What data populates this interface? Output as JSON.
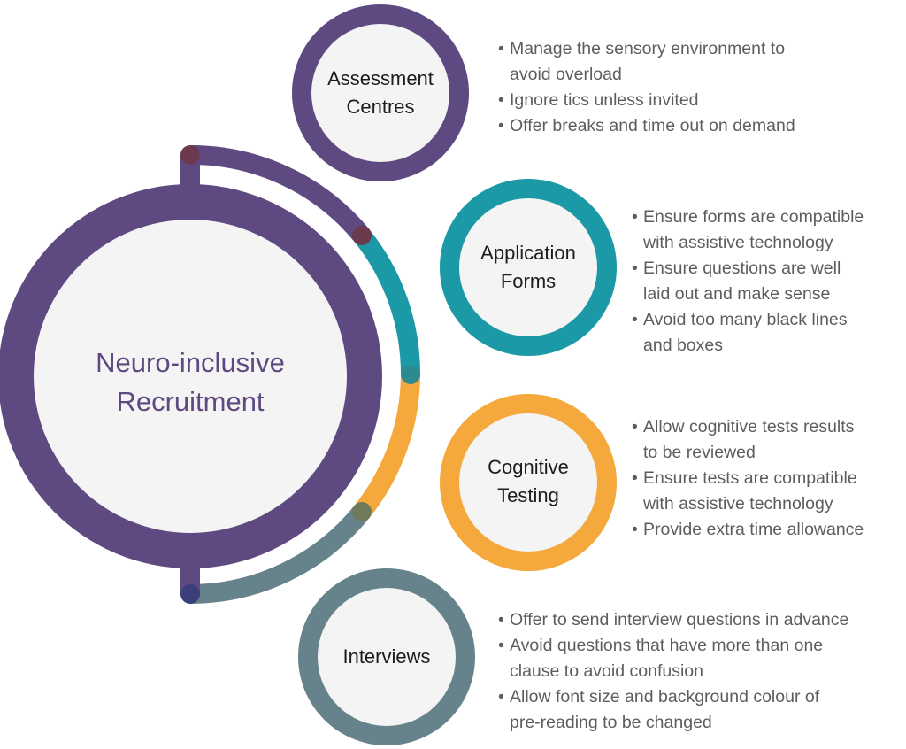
{
  "centre": {
    "line1": "Neuro-inclusive",
    "line2": "Recruitment",
    "color": "#5e4a80"
  },
  "nodes": [
    {
      "id": "assessment-centres",
      "title_lines": [
        "Assessment",
        "Centres"
      ],
      "ring_color": "#5e4a80",
      "bullets": [
        [
          "Manage the sensory environment to",
          "avoid overload"
        ],
        [
          "Ignore tics unless invited"
        ],
        [
          "Offer breaks and time out on demand"
        ]
      ]
    },
    {
      "id": "application-forms",
      "title_lines": [
        "Application",
        "Forms"
      ],
      "ring_color": "#1c99a6",
      "bullets": [
        [
          "Ensure forms are compatible",
          "with assistive technology"
        ],
        [
          "Ensure questions are well",
          "laid out and make sense"
        ],
        [
          "Avoid too many black lines",
          "and boxes"
        ]
      ]
    },
    {
      "id": "cognitive-testing",
      "title_lines": [
        "Cognitive",
        "Testing"
      ],
      "ring_color": "#f5a83c",
      "bullets": [
        [
          "Allow cognitive tests results",
          "to be reviewed"
        ],
        [
          "Ensure tests are compatible",
          "with assistive technology"
        ],
        [
          "Provide extra time allowance"
        ]
      ]
    },
    {
      "id": "interviews",
      "title_lines": [
        "Interviews"
      ],
      "ring_color": "#66828a",
      "bullets": [
        [
          "Offer to send interview questions in advance"
        ],
        [
          "Avoid questions that have more than one",
          "clause to avoid confusion"
        ],
        [
          "Allow font size and background colour of",
          "pre-reading to be changed"
        ]
      ]
    }
  ],
  "colors": {
    "inner_fill": "#f4f4f4",
    "connector_dot_1": "#6b3a4e",
    "connector_dot_2": "#2c8a90",
    "connector_dot_3": "#6f7a5a",
    "connector_dot_4": "#3a3f7a"
  }
}
